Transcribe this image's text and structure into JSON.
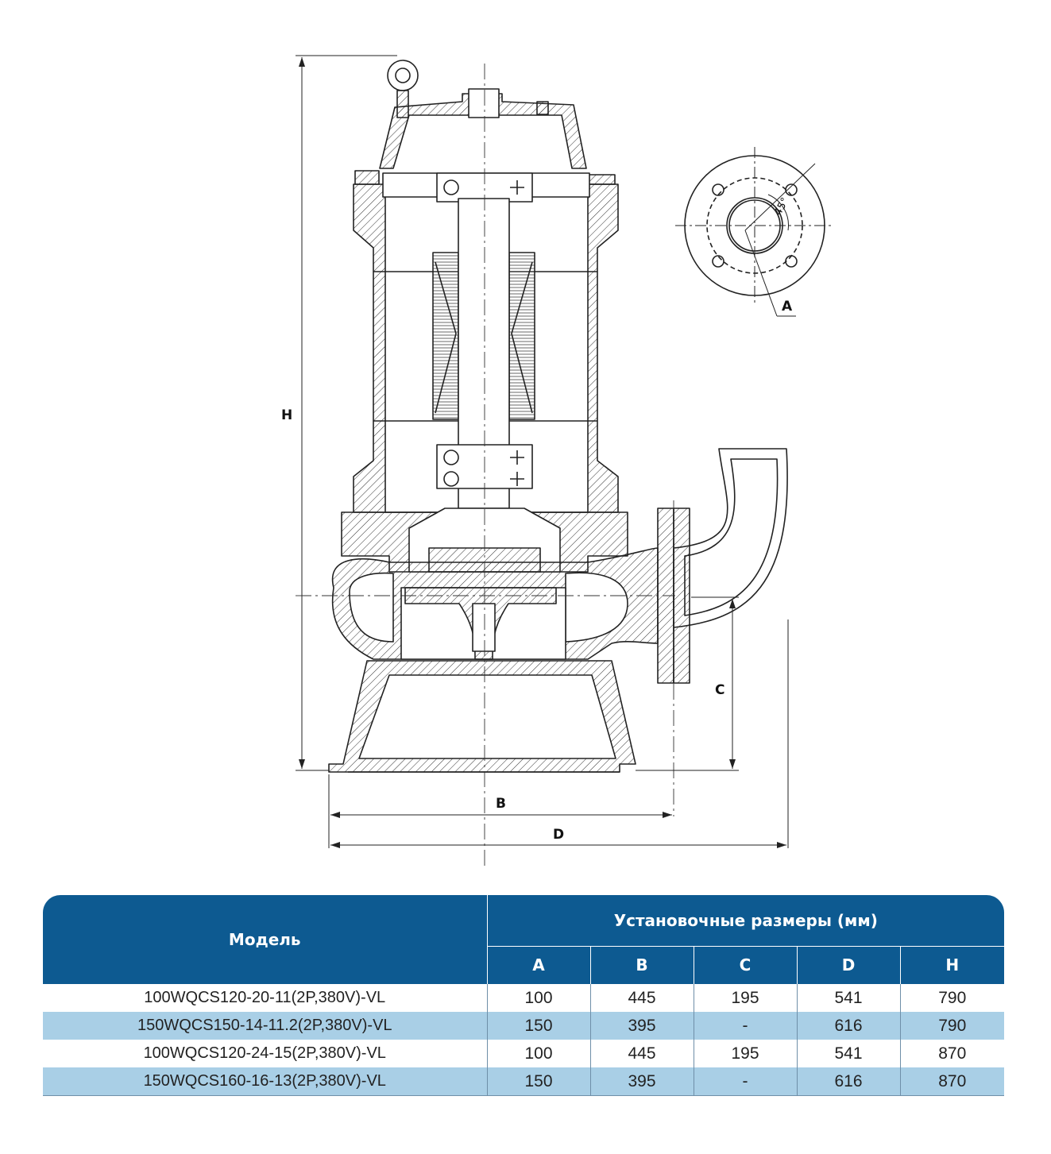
{
  "diagram": {
    "labels": {
      "H": "H",
      "A": "A",
      "B": "B",
      "C": "C",
      "D": "D",
      "angle": "45°"
    }
  },
  "table": {
    "model_header": "Модель",
    "dims_header": "Установочные размеры (мм)",
    "columns": [
      "A",
      "B",
      "C",
      "D",
      "H"
    ],
    "rows": [
      {
        "model": "100WQCS120-20-11(2P,380V)-VL",
        "values": [
          "100",
          "445",
          "195",
          "541",
          "790"
        ]
      },
      {
        "model": "150WQCS150-14-11.2(2P,380V)-VL",
        "values": [
          "150",
          "395",
          "-",
          "616",
          "790"
        ]
      },
      {
        "model": "100WQCS120-24-15(2P,380V)-VL",
        "values": [
          "100",
          "445",
          "195",
          "541",
          "870"
        ]
      },
      {
        "model": "150WQCS160-16-13(2P,380V)-VL",
        "values": [
          "150",
          "395",
          "-",
          "616",
          "870"
        ]
      }
    ],
    "colors": {
      "header": "#0d5a91",
      "stripe": "#a9cfe6"
    }
  }
}
